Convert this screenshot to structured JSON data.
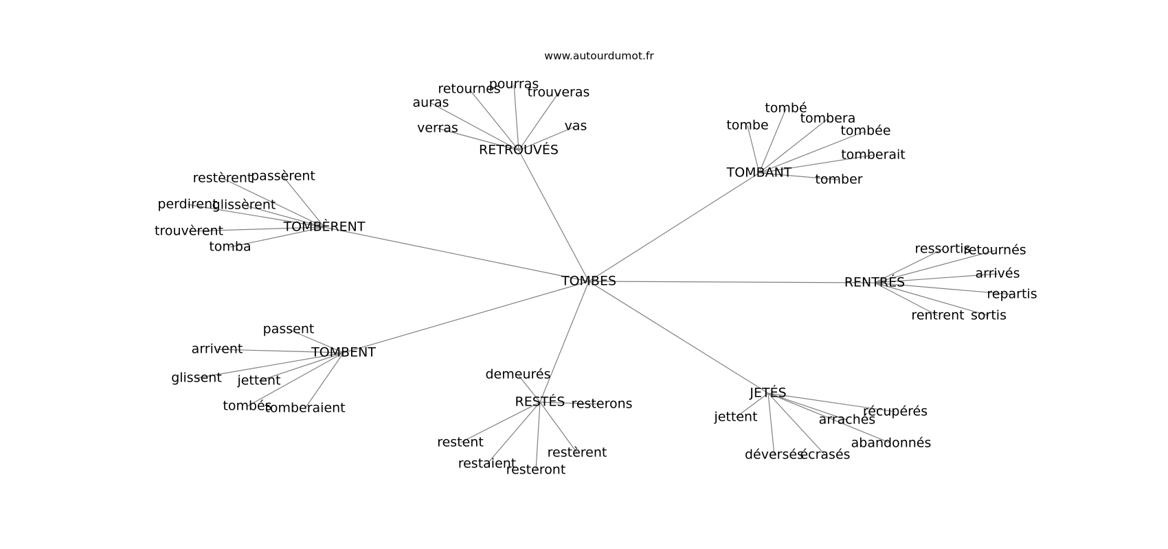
{
  "site": "www.autourdumot.fr",
  "center": "TOMBES",
  "clusters": [
    {
      "hub": "RETROUVÉS",
      "leaves": [
        "auras",
        "retournes",
        "pourras",
        "trouveras",
        "vas",
        "verras"
      ]
    },
    {
      "hub": "TOMBANT",
      "leaves": [
        "tombe",
        "tombé",
        "tombera",
        "tombée",
        "tomberait",
        "tomber"
      ]
    },
    {
      "hub": "TOMBÈRENT",
      "leaves": [
        "restèrent",
        "passèrent",
        "perdirent",
        "glissèrent",
        "trouvèrent",
        "tomba"
      ]
    },
    {
      "hub": "RENTRÉS",
      "leaves": [
        "ressortis",
        "retournés",
        "arrivés",
        "repartis",
        "rentrent",
        "sortis"
      ]
    },
    {
      "hub": "TOMBENT",
      "leaves": [
        "passent",
        "arrivent",
        "glissent",
        "jettent",
        "tombés",
        "tomberaient"
      ]
    },
    {
      "hub": "RESTÉS",
      "leaves": [
        "demeurés",
        "resterons",
        "restent",
        "restaient",
        "resteront",
        "restèrent"
      ]
    },
    {
      "hub": "JETÉS",
      "leaves": [
        "jettent",
        "récupérés",
        "arrachés",
        "abandonnés",
        "déversés",
        "écrasés"
      ]
    }
  ]
}
